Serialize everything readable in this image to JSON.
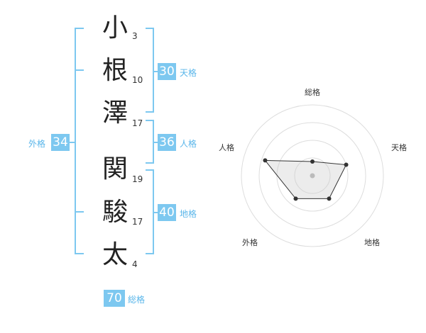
{
  "name": {
    "chars": [
      {
        "char": "小",
        "strokes": "3"
      },
      {
        "char": "根",
        "strokes": "10"
      },
      {
        "char": "澤",
        "strokes": "17"
      },
      {
        "char": "関",
        "strokes": "19"
      },
      {
        "char": "駿",
        "strokes": "17"
      },
      {
        "char": "太",
        "strokes": "4"
      }
    ]
  },
  "fortunes": {
    "tenkaku": {
      "label": "天格",
      "value": "30"
    },
    "jinkaku": {
      "label": "人格",
      "value": "36"
    },
    "chikaku": {
      "label": "地格",
      "value": "40"
    },
    "gaikaku": {
      "label": "外格",
      "value": "34"
    },
    "soukaku": {
      "label": "総格",
      "value": "70"
    }
  },
  "colors": {
    "bracket": "#7dc8f0",
    "box": "#7dc8f0",
    "label": "#5ab6ea"
  },
  "chart_data": {
    "type": "radar",
    "axes": [
      "総格",
      "天格",
      "地格",
      "外格",
      "人格"
    ],
    "levels": 4,
    "values": [
      0.2,
      0.5,
      0.4,
      0.4,
      0.7
    ]
  }
}
